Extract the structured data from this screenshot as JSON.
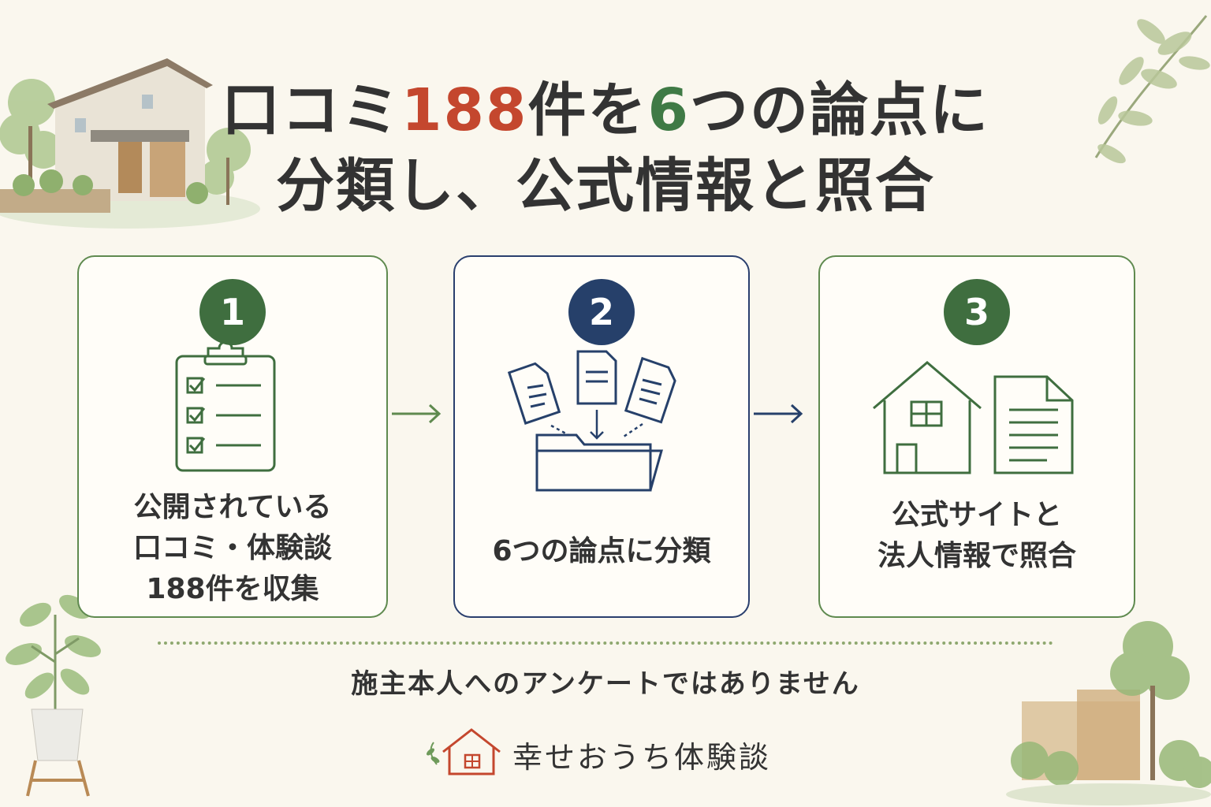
{
  "title": {
    "line1_pre": "口コミ",
    "line1_num": "188",
    "line1_mid": "件を",
    "line1_num2": "6",
    "line1_post": "つの論点に",
    "line2": "分類し、公式情報と照合"
  },
  "steps": [
    {
      "number": "1",
      "lines": [
        "公開されている",
        "口コミ・体験談",
        "188件を収集"
      ],
      "icon": "checklist-clipboard-icon"
    },
    {
      "number": "2",
      "lines": [
        "6つの論点に分類"
      ],
      "icon": "documents-into-folder-icon"
    },
    {
      "number": "3",
      "lines": [
        "公式サイトと",
        "法人情報で照合"
      ],
      "icon": "house-and-document-icon"
    }
  ],
  "note": "施主本人へのアンケートではありません",
  "brand": {
    "name": "幸せおうち体験談",
    "icon": "house-logo-icon"
  },
  "colors": {
    "green": "#3f6e3f",
    "navy": "#26406a",
    "red": "#c4472e",
    "background": "#faf7ee"
  }
}
